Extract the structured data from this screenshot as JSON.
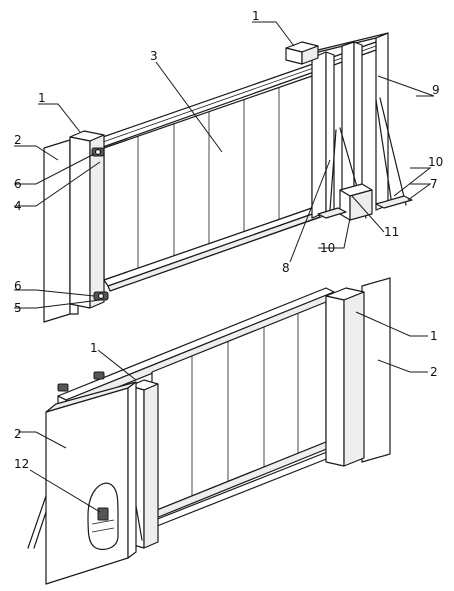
{
  "views": {
    "top": {
      "callouts": [
        {
          "id": "t1a",
          "label": "1"
        },
        {
          "id": "t1b",
          "label": "1"
        },
        {
          "id": "t2",
          "label": "2"
        },
        {
          "id": "t3",
          "label": "3"
        },
        {
          "id": "t4",
          "label": "4"
        },
        {
          "id": "t5",
          "label": "5"
        },
        {
          "id": "t6a",
          "label": "6"
        },
        {
          "id": "t6b",
          "label": "6"
        },
        {
          "id": "t7",
          "label": "7"
        },
        {
          "id": "t8",
          "label": "8"
        },
        {
          "id": "t9",
          "label": "9"
        },
        {
          "id": "t10a",
          "label": "10"
        },
        {
          "id": "t10b",
          "label": "10"
        },
        {
          "id": "t11",
          "label": "11"
        }
      ]
    },
    "bottom": {
      "callouts": [
        {
          "id": "b1a",
          "label": "1"
        },
        {
          "id": "b1b",
          "label": "1"
        },
        {
          "id": "b2a",
          "label": "2"
        },
        {
          "id": "b2b",
          "label": "2"
        },
        {
          "id": "b12",
          "label": "12"
        }
      ]
    }
  }
}
